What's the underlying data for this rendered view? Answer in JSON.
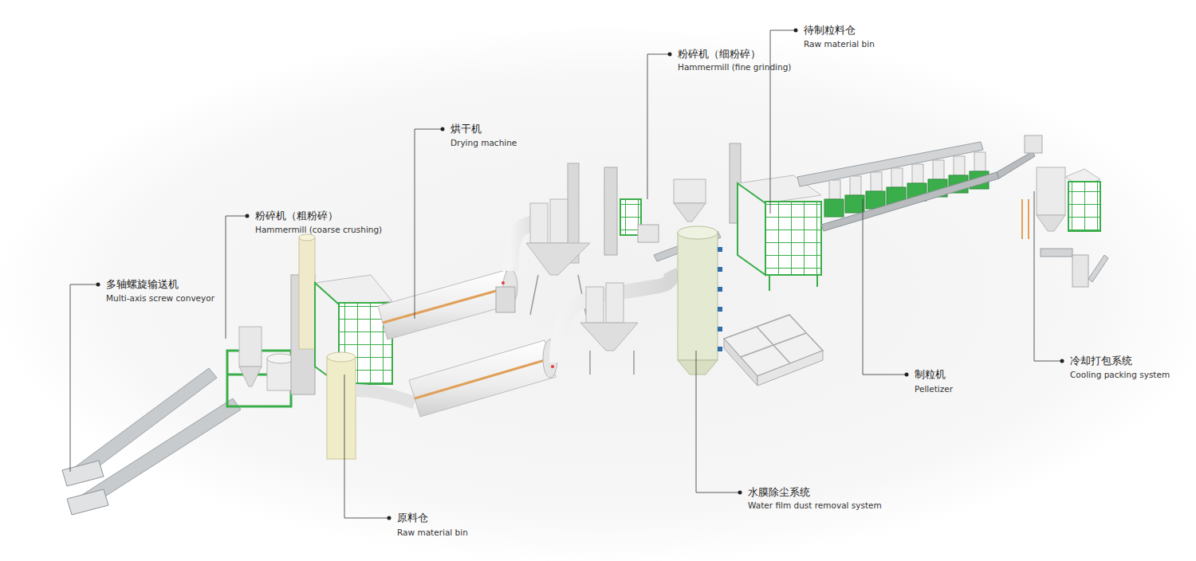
{
  "diagram": {
    "labels": [
      "粉碎机（粗粉碎）",
      "Hammermill (coarse crushing)",
      "多轴螺旋输送机",
      "Multi-axis screw conveyor",
      "烘干机",
      "Drying machine",
      "粉碎机（细粉碎）",
      "Hammermill (fine grinding)",
      "待制粒料仓",
      "Raw material bin",
      "原料仓",
      "Raw material bin",
      "水膜除尘系统",
      "Water film dust removal system",
      "制粒机",
      "Pelletizer",
      "冷却打包系统",
      "Cooling packing system"
    ]
  }
}
